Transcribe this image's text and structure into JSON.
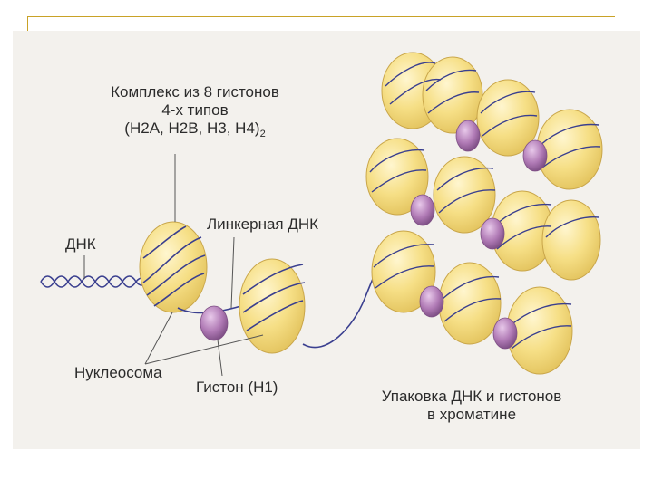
{
  "labels": {
    "complex_line1": "Комплекс из 8 гистонов",
    "complex_line2": "4-х типов",
    "complex_line3": "(H2A, H2B, H3, H4)",
    "complex_subscript": "2",
    "dna": "ДНК",
    "linker_dna": "Линкерная ДНК",
    "nucleosome": "Нуклеосома",
    "histone_h1": "Гистон (H1)",
    "packing_line1": "Упаковка ДНК и гистонов",
    "packing_line2": "в хроматине"
  },
  "colors": {
    "frame_rule": "#c9a227",
    "panel": "#f3f1ed",
    "nucleosome_fill": "#f6df86",
    "nucleosome_stroke": "#c9a64a",
    "dna_strand": "#3a3f8f",
    "histone_h1": "#b07ab5",
    "label_text": "#2b2b2b"
  }
}
